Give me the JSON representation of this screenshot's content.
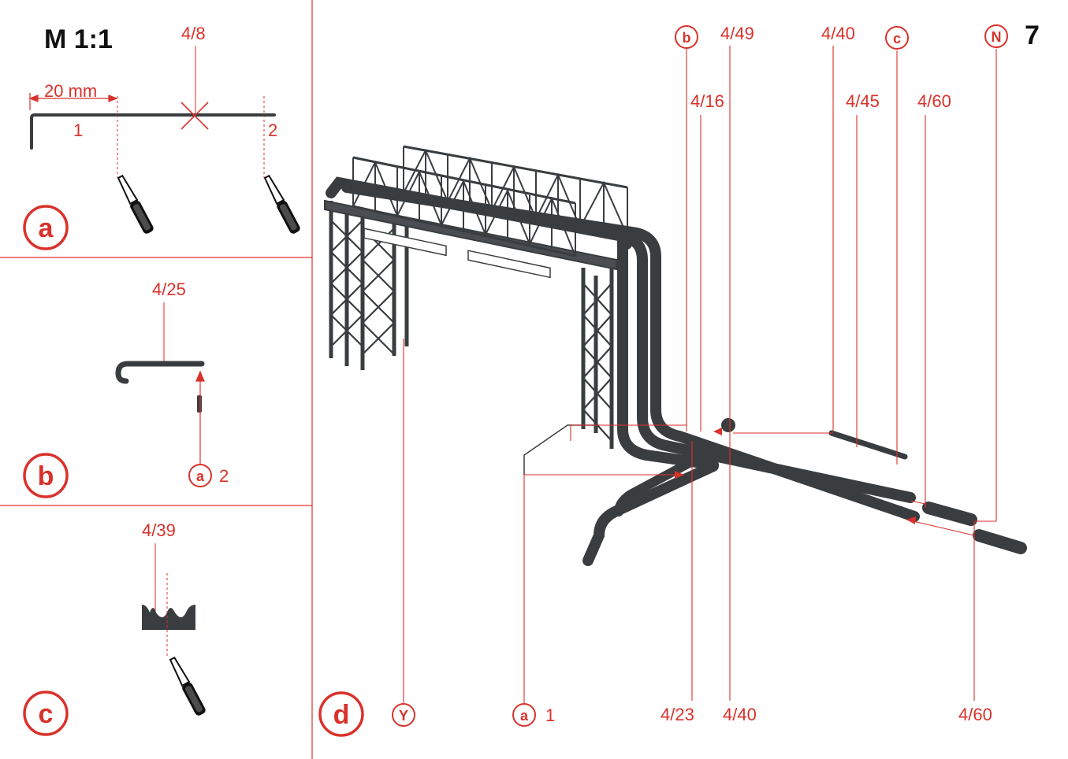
{
  "colors": {
    "accent": "#d9322b",
    "model": "#3a3d40",
    "text": "#111111"
  },
  "scale_label": "M 1:1",
  "page_number": "7",
  "panel_a": {
    "badge": "a",
    "part": "4/8",
    "dimension": "20 mm",
    "cut1": "1",
    "cut2": "2"
  },
  "panel_b": {
    "badge": "b",
    "part": "4/25",
    "ref_circle": "a",
    "ref_num": "2"
  },
  "panel_c": {
    "badge": "c",
    "part": "4/39"
  },
  "panel_d": {
    "badge": "d",
    "top_labels": {
      "b": "b",
      "p449": "4/49",
      "p440": "4/40",
      "c": "c",
      "n": "N",
      "p416": "4/16",
      "p445": "4/45",
      "p460": "4/60"
    },
    "bottom_labels": {
      "y": "Y",
      "a": "a",
      "a_num": "1",
      "p423": "4/23",
      "p440": "4/40",
      "p460": "4/60"
    }
  }
}
